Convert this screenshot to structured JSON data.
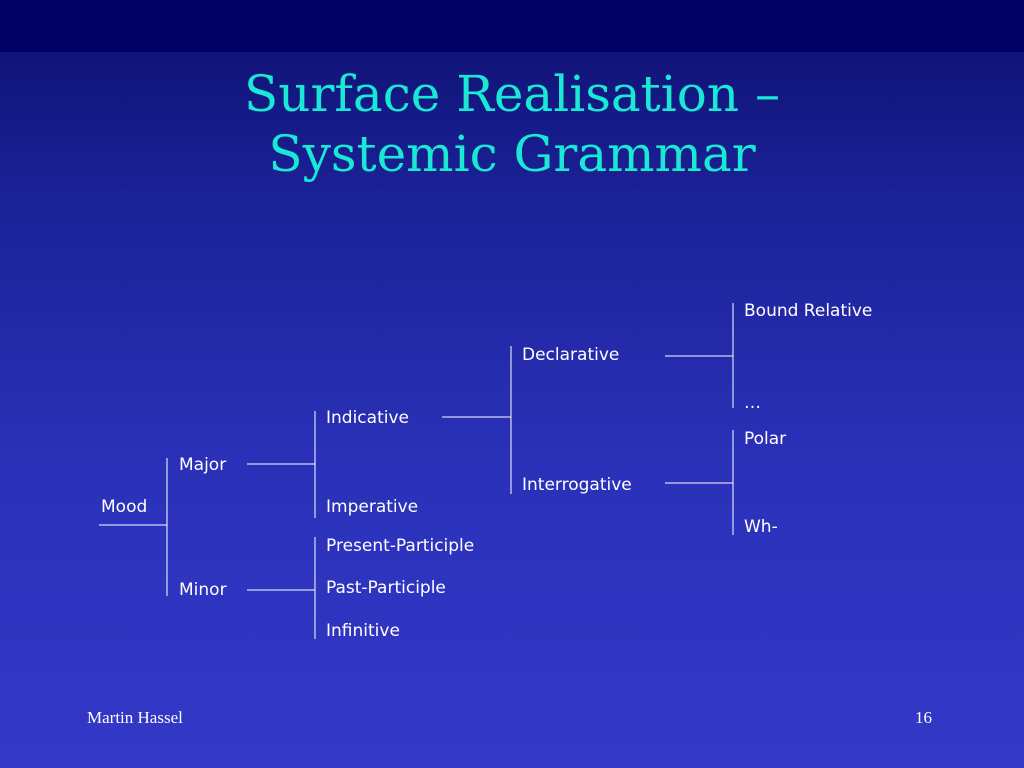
{
  "slide": {
    "title_line1": "Surface Realisation –",
    "title_line2": "Systemic Grammar",
    "author": "Martin Hassel",
    "page_number": "16",
    "title_color": "#19e8d4",
    "background_color": "#2a31b8"
  },
  "diagram": {
    "root": "Mood",
    "level1": {
      "major": "Major",
      "minor": "Minor"
    },
    "major_branch": {
      "indicative": "Indicative",
      "imperative": "Imperative"
    },
    "minor_branch": {
      "present_participle": "Present-Participle",
      "past_participle": "Past-Participle",
      "infinitive": "Infinitive"
    },
    "indicative_branch": {
      "declarative": "Declarative",
      "interrogative": "Interrogative"
    },
    "declarative_branch": {
      "bound_relative": "Bound Relative",
      "ellipsis": "…"
    },
    "interrogative_branch": {
      "polar": "Polar",
      "wh": "Wh-"
    }
  }
}
